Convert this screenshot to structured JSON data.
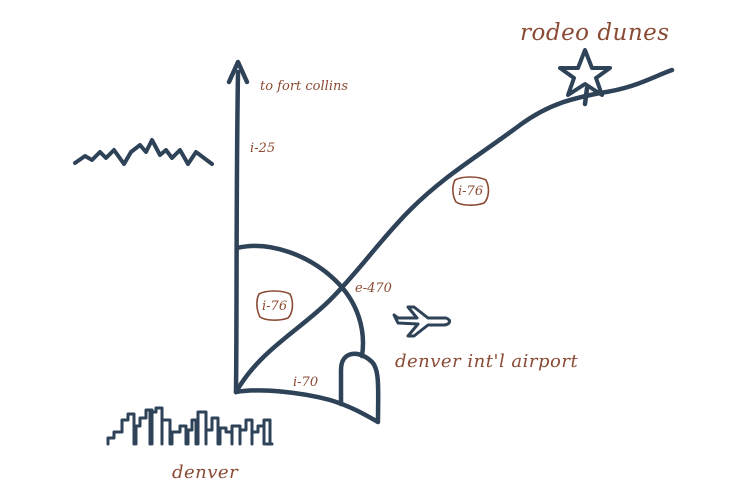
{
  "labels": {
    "destination": "rodeo dunes",
    "to_fort_collins": "to fort collins",
    "i25": "i-25",
    "i76_upper": "i-76",
    "i76_lower": "i-76",
    "e470": "e-470",
    "airport": "denver int'l airport",
    "i70": "i-70",
    "city": "denver"
  },
  "colors": {
    "road": "#2e4258",
    "label": "#8a4a33",
    "background": "#ffffff"
  },
  "icons": [
    "star-icon",
    "mountains-icon",
    "airplane-icon",
    "city-skyline-icon",
    "arrow-up-icon"
  ]
}
